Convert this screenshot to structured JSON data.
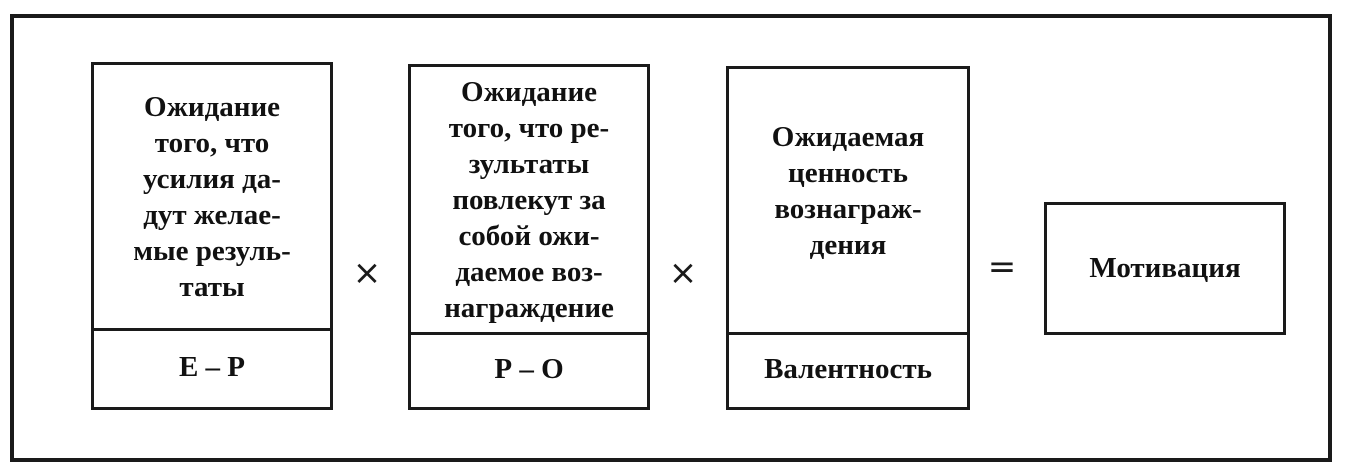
{
  "diagram": {
    "box1": {
      "text": "Ожидание\nтого, что\nусилия да-\nдут желае-\nмые резуль-\nтаты",
      "label": "Е – Р"
    },
    "op1": "×",
    "box2": {
      "text": "Ожидание\nтого, что ре-\nзультаты\nповлекут за\nсобой ожи-\nдаемое воз-\nнаграждение",
      "label": "Р – О"
    },
    "op2": "×",
    "box3": {
      "text": "Ожидаемая\nценность\nвознаграж-\nдения",
      "label": "Валентность"
    },
    "equals": "=",
    "result": "Мотивация"
  }
}
